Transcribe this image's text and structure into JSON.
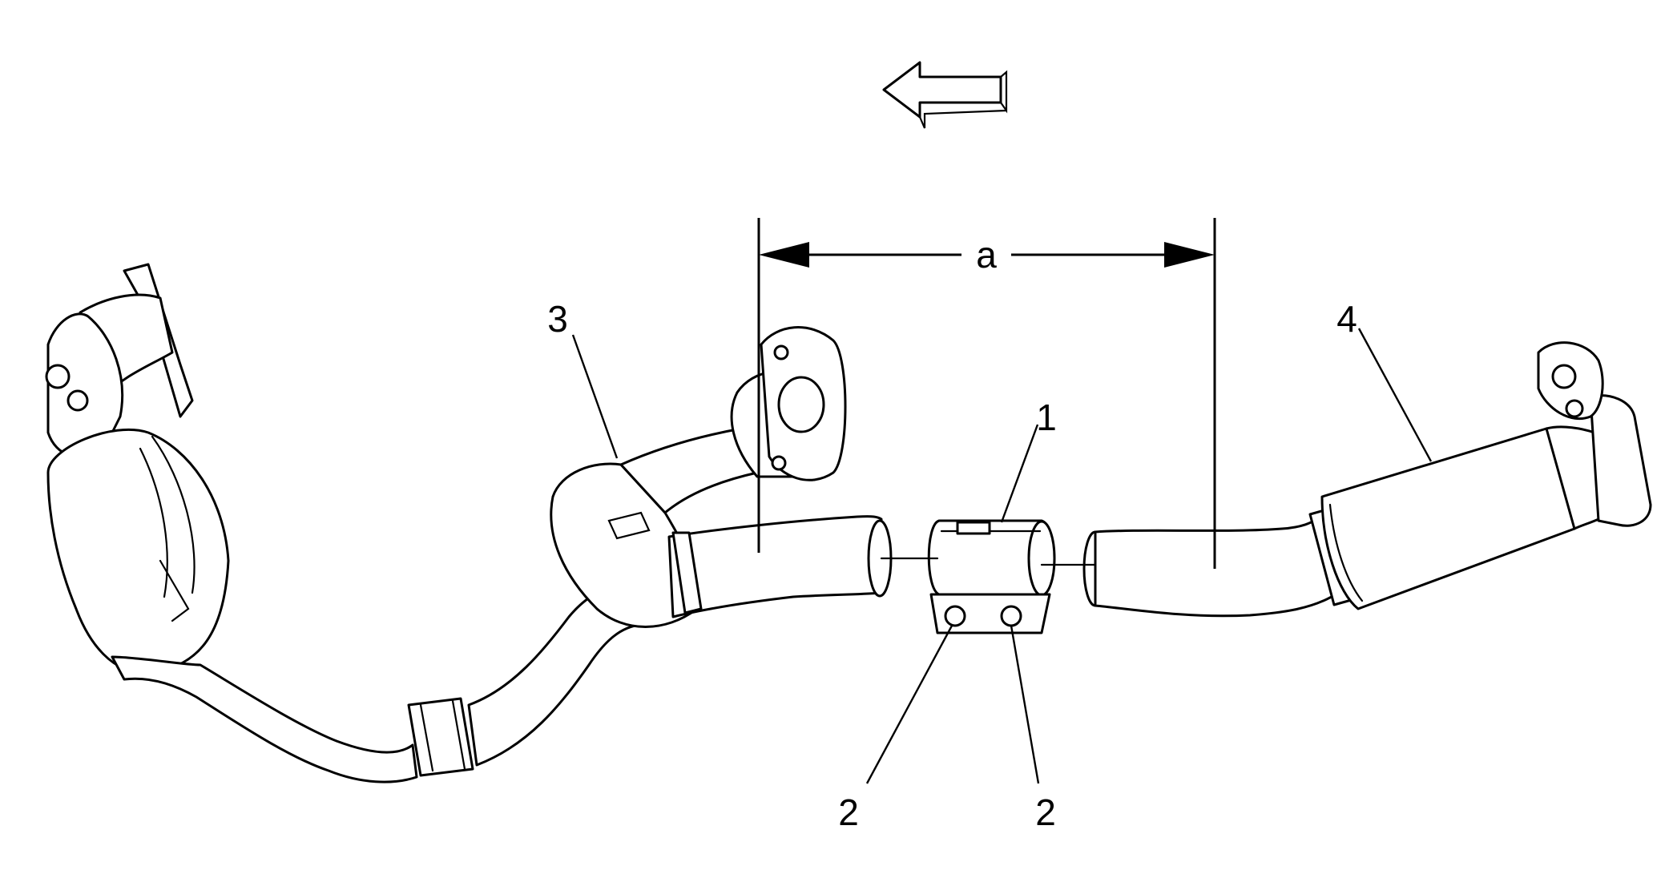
{
  "diagram": {
    "callouts": {
      "clamp": "1",
      "clamp_nut_left": "2",
      "clamp_nut_right": "2",
      "front_pipe": "3",
      "intermediate_pipe": "4"
    },
    "dimension_label": "a",
    "colors": {
      "line": "#000000",
      "background": "#ffffff"
    },
    "icons": {
      "direction_arrow": "arrow-left-icon"
    }
  }
}
